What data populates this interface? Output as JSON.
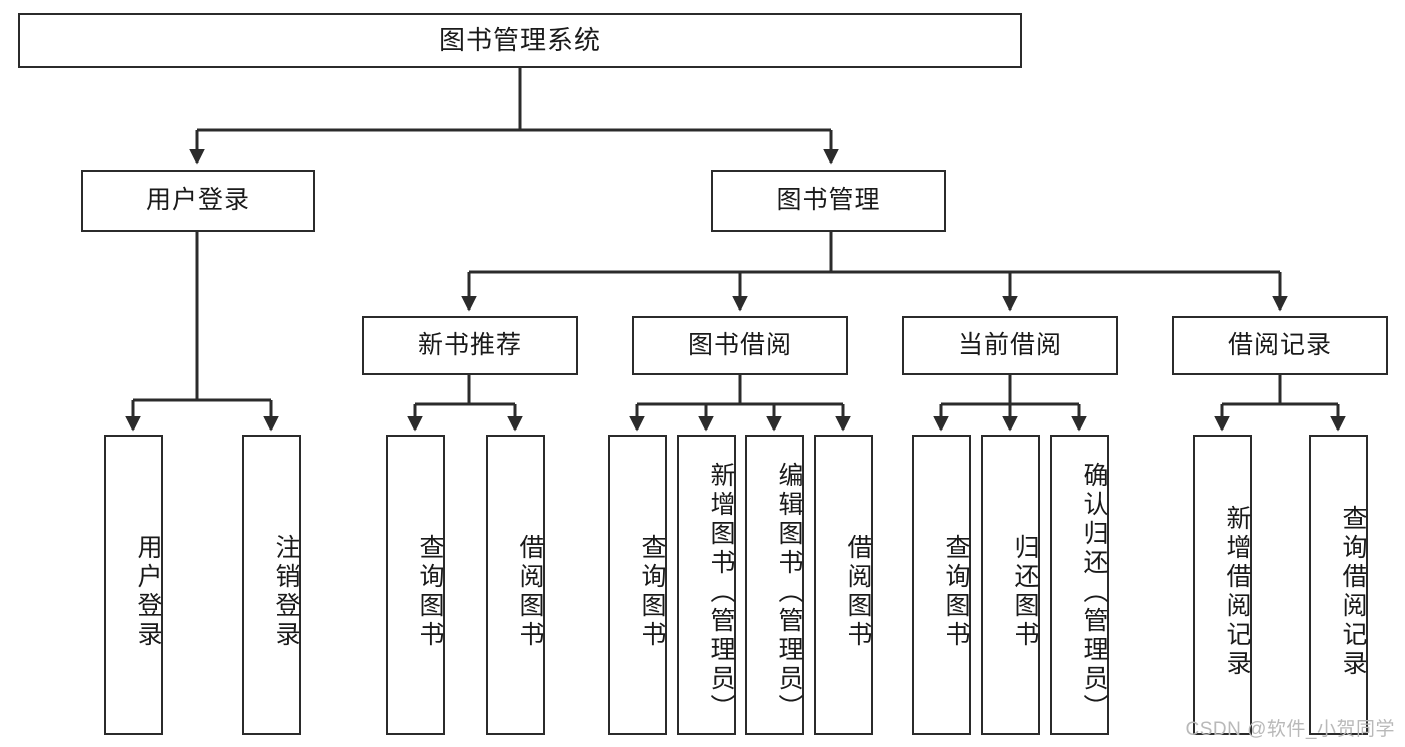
{
  "diagram": {
    "type": "tree",
    "title": "图书管理系统",
    "watermark": "CSDN @软件_小贺同学",
    "colors": {
      "box_border": "#2b2b2b",
      "box_fill": "#ffffff",
      "connector": "#2b2b2b",
      "text": "#1a1a1a",
      "watermark": "#b9b9b9",
      "background": "#ffffff"
    },
    "nodes": {
      "root": {
        "label": "图书管理系统"
      },
      "level2": [
        {
          "id": "user-login",
          "label": "用户登录"
        },
        {
          "id": "book-manage",
          "label": "图书管理"
        }
      ],
      "level3": [
        {
          "id": "new-book-recommend",
          "label": "新书推荐"
        },
        {
          "id": "book-borrow",
          "label": "图书借阅"
        },
        {
          "id": "current-borrow",
          "label": "当前借阅"
        },
        {
          "id": "borrow-record",
          "label": "借阅记录"
        }
      ],
      "leaves": {
        "user_login": [
          {
            "id": "leaf-user-login",
            "label": "用户登录"
          },
          {
            "id": "leaf-user-logout",
            "label": "注销登录"
          }
        ],
        "new_book_recommend": [
          {
            "id": "leaf-query-book-1",
            "label": "查询图书"
          },
          {
            "id": "leaf-borrow-book-1",
            "label": "借阅图书"
          }
        ],
        "book_borrow": [
          {
            "id": "leaf-query-book-2",
            "label": "查询图书"
          },
          {
            "id": "leaf-add-book",
            "label": "新增图书（管理员）"
          },
          {
            "id": "leaf-edit-book",
            "label": "编辑图书（管理员）"
          },
          {
            "id": "leaf-borrow-book-2",
            "label": "借阅图书"
          }
        ],
        "current_borrow": [
          {
            "id": "leaf-query-book-3",
            "label": "查询图书"
          },
          {
            "id": "leaf-return-book",
            "label": "归还图书"
          },
          {
            "id": "leaf-confirm-return",
            "label": "确认归还（管理员）"
          }
        ],
        "borrow_record": [
          {
            "id": "leaf-add-record",
            "label": "新增借阅记录"
          },
          {
            "id": "leaf-query-record",
            "label": "查询借阅记录"
          }
        ]
      }
    }
  }
}
